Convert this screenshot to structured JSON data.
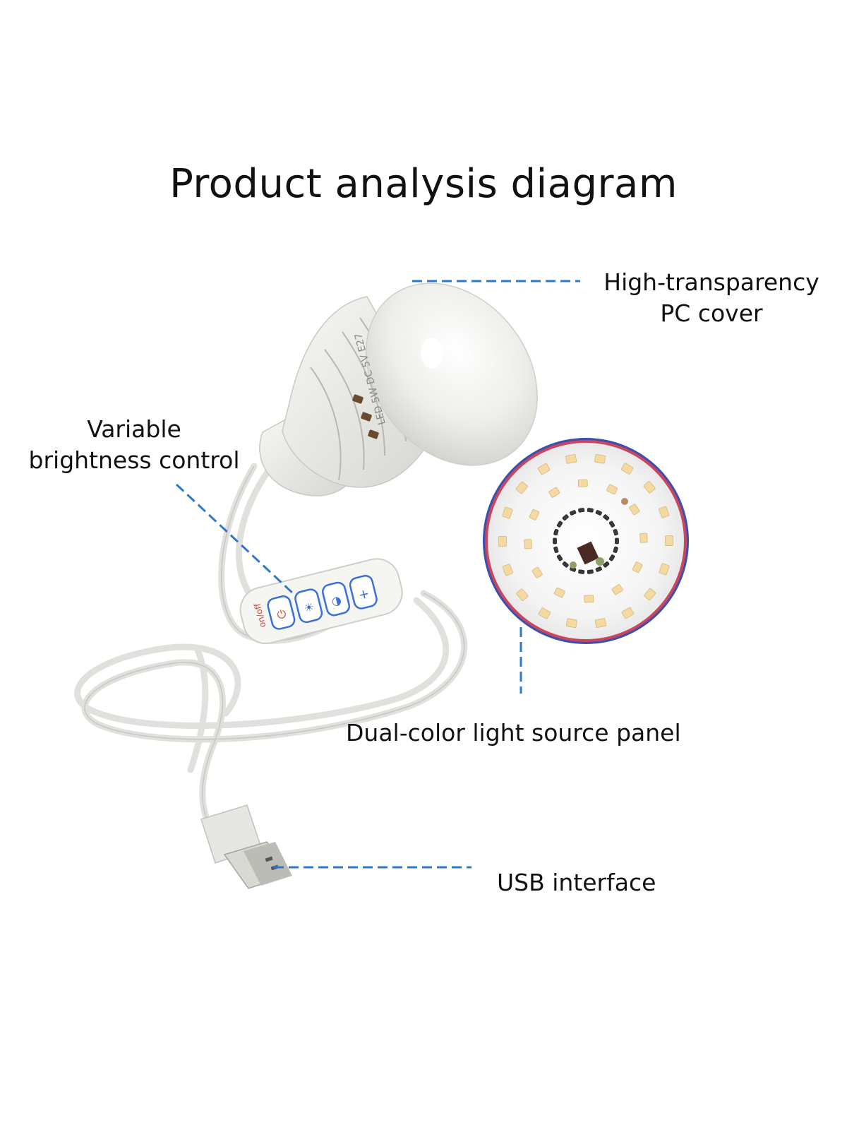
{
  "title": "Product analysis diagram",
  "labels": {
    "cover": [
      "High-transparency",
      "PC cover"
    ],
    "brightness": [
      "Variable",
      "brightness control"
    ],
    "panel": "Dual-color light source panel",
    "usb": "USB interface"
  },
  "bulb_print": "LED 5W DC 5V E27",
  "switch": {
    "power_label": "on/off",
    "buttons": [
      "⏻",
      "☀",
      "◑",
      "+"
    ]
  },
  "colors": {
    "leader_line": "#2f78c8",
    "panel_ring": "#c8475f",
    "panel_ring_outer": "#3b4fb0",
    "button_outline": "#3a6fd8",
    "led_warm": "#f4d9a2",
    "led_dark": "#3a3a3a"
  }
}
